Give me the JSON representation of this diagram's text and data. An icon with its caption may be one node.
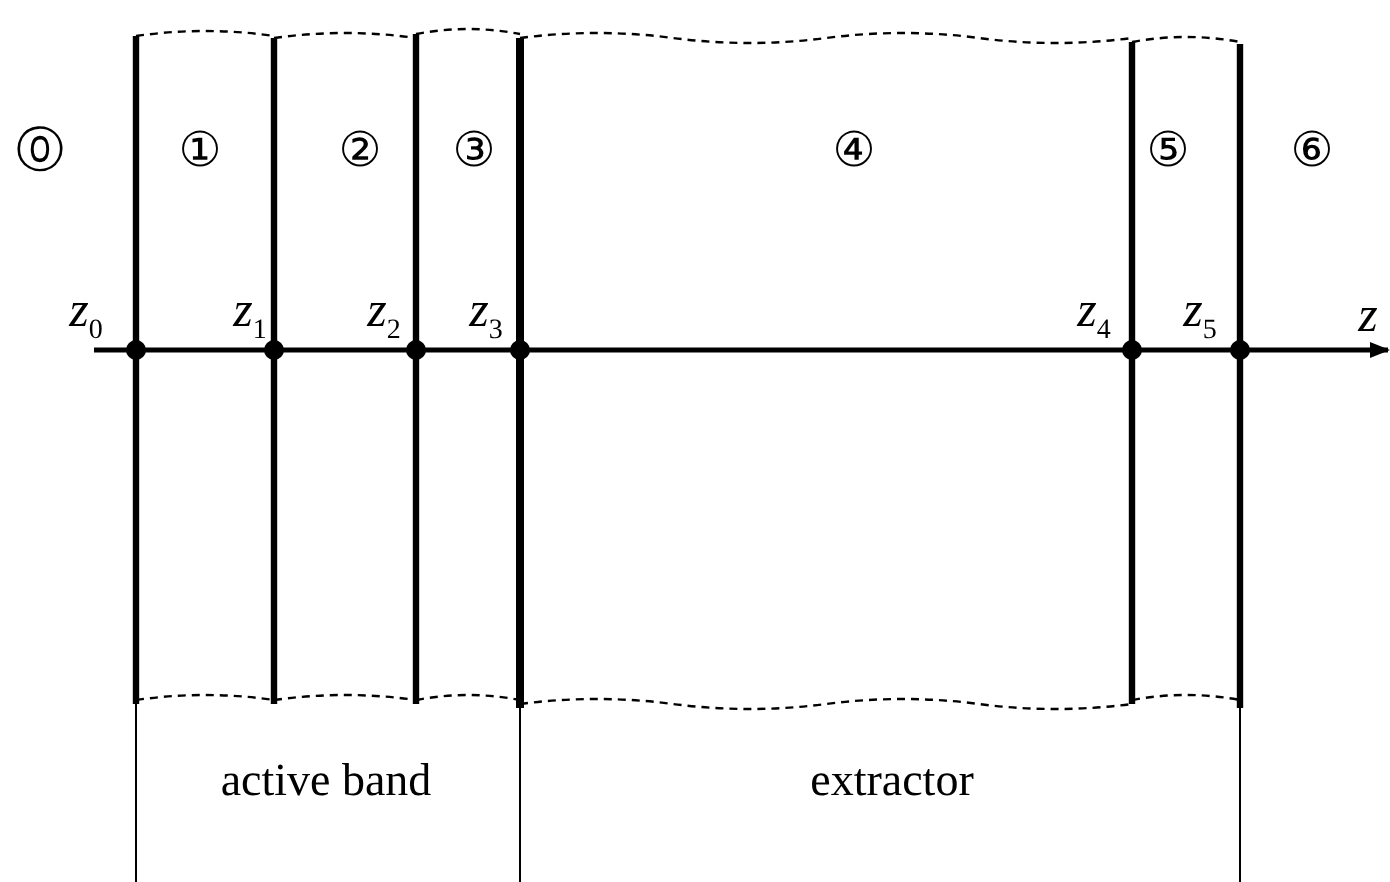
{
  "diagram": {
    "labels": [
      "⓪",
      "①",
      "②",
      "③",
      "④",
      "⑤",
      "⑥",
      "z$_{0}$",
      "z$_{1}$",
      "z$_{2}$",
      "z$_{3}$",
      "z$_{4}$",
      "z$_{5}$",
      "z",
      "active band",
      "extractor"
    ]
  }
}
